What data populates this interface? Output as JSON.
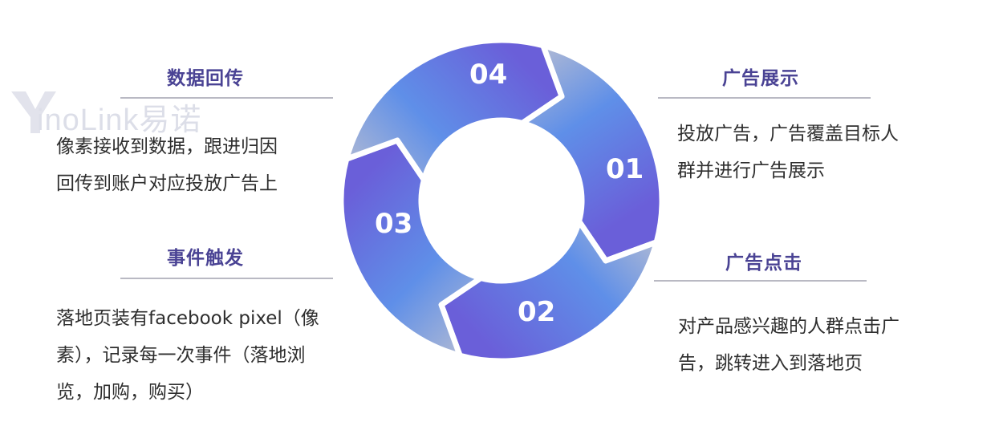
{
  "watermark": {
    "brand": "inoLink易诺",
    "logo_letter": "Y"
  },
  "steps": [
    {
      "number": "01",
      "title": "广告展示",
      "description": [
        "投放广告，广告覆盖目标人",
        "群并进行广告展示"
      ]
    },
    {
      "number": "02",
      "title": "广告点击",
      "description": [
        "对产品感兴趣的人群点击广",
        "告，跳转进入到落地页"
      ]
    },
    {
      "number": "03",
      "title": "事件触发",
      "description": [
        "落地页装有facebook pixel（像",
        "素），记录每一次事件（落地浏",
        "览，加购，购买）"
      ]
    },
    {
      "number": "04",
      "title": "数据回传",
      "description": [
        "像素接收到数据，跟进归因",
        "回传到账户对应投放广告上"
      ]
    }
  ],
  "colors": {
    "purple": "#6a5fd9",
    "blue": "#5f8fe8",
    "gray": "#c4c4cf",
    "heading": "#4a4394"
  }
}
